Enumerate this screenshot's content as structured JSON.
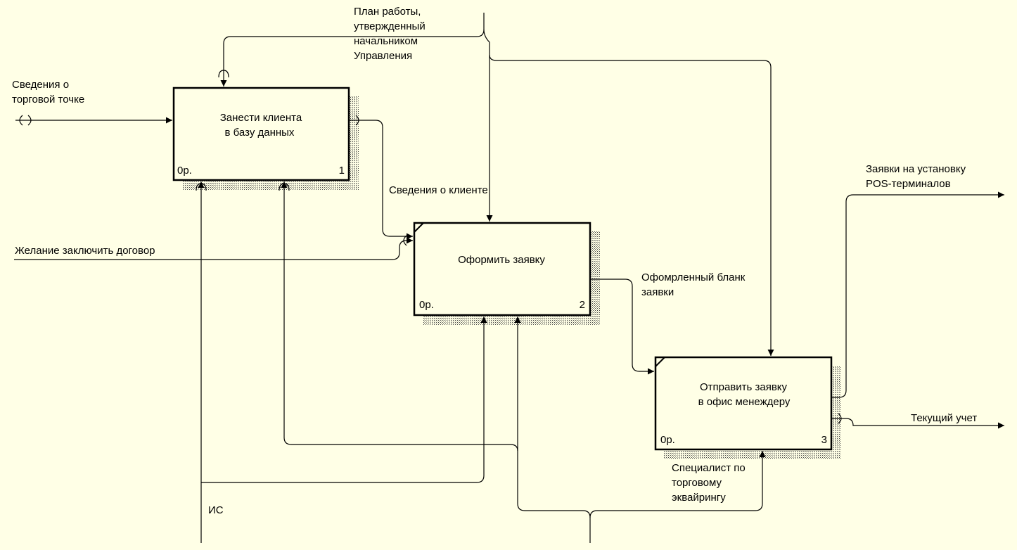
{
  "diagram": {
    "boxes": [
      {
        "id": "box-1",
        "lines": [
          "Занести клиента",
          "в базу данных"
        ],
        "cost": "0р.",
        "number": "1"
      },
      {
        "id": "box-2",
        "lines": [
          "Оформить заявку"
        ],
        "cost": "0р.",
        "number": "2"
      },
      {
        "id": "box-3",
        "lines": [
          "Отправить заявку",
          "в офис менеждеру"
        ],
        "cost": "0р.",
        "number": "3"
      }
    ],
    "labels": {
      "plan": [
        "План работы,",
        "утвержденный",
        "начальником",
        "Управления"
      ],
      "outlet_info": [
        "Сведения о",
        "торговой точке"
      ],
      "client_info": "Сведения о клиенте",
      "wish_contract": "Желание заключить договор",
      "filled_form": [
        "Офомрленный бланк",
        "заявки"
      ],
      "pos_requests": [
        "Заявки на установку",
        "POS-терминалов"
      ],
      "current_account": "Текущий учет",
      "specialist": [
        "Специалист по",
        "торговому",
        "эквайрингу"
      ],
      "is": "ИС"
    },
    "colors": {
      "background": "#ffffe6",
      "line": "#000000"
    }
  }
}
